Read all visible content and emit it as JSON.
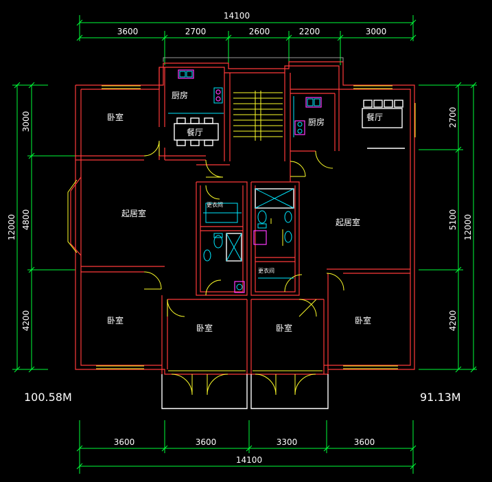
{
  "dimensions": {
    "top_total": "14100",
    "top_segments": [
      "3600",
      "2700",
      "2600",
      "2200",
      "3000"
    ],
    "bottom_segments": [
      "3600",
      "3600",
      "3300",
      "3600"
    ],
    "bottom_total": "14100",
    "left_total": "12000",
    "left_segments": [
      "3000",
      "4800",
      "4200"
    ],
    "right_total": "12000",
    "right_segments": [
      "2700",
      "5100",
      "4200"
    ]
  },
  "rooms": {
    "bedroom_nw": "卧室",
    "kitchen_left": "厨房",
    "dining_left": "餐厅",
    "kitchen_right": "厨房",
    "dining_right": "餐厅",
    "living_left": "起居室",
    "living_right": "起居室",
    "wardrobe_left": "更衣间",
    "wardrobe_right": "更衣间",
    "bedroom_sw": "卧室",
    "bedroom_s2": "卧室",
    "bedroom_s3": "卧室",
    "bedroom_se": "卧室"
  },
  "areas": {
    "left_unit": "100.58M",
    "right_unit": "91.13M"
  },
  "colors": {
    "background": "#000000",
    "wall": "#ff3a3a",
    "dimension": "#00ff3a",
    "stair": "#ffff2a",
    "fixture": "#00e8ff",
    "appliance": "#ff3aff"
  }
}
